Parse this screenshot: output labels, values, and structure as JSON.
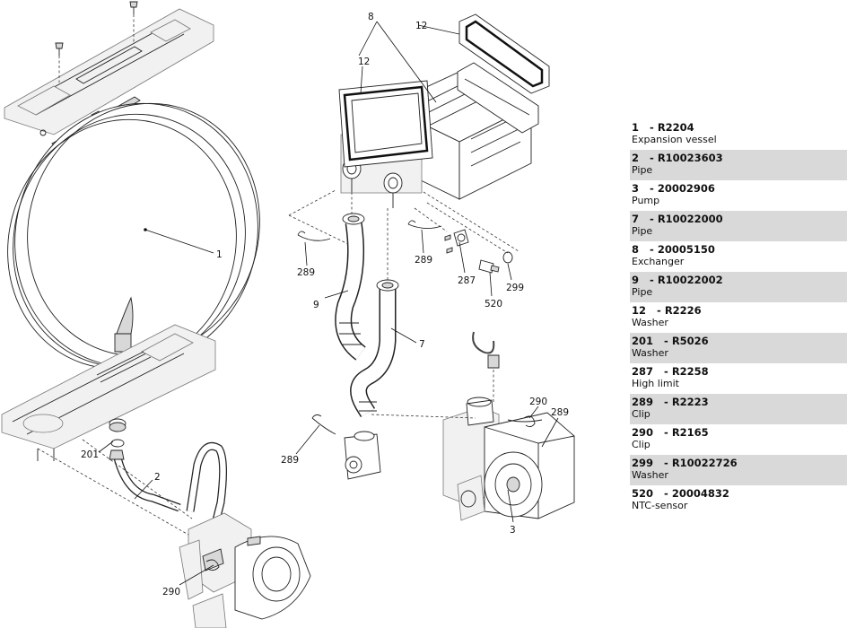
{
  "callouts": {
    "c1": "1",
    "c2": "2",
    "c3": "3",
    "c7": "7",
    "c8": "8",
    "c9": "9",
    "c12a": "12",
    "c12b": "12",
    "c201": "201",
    "c287": "287",
    "c289a": "289",
    "c289b": "289",
    "c289c": "289",
    "c289d": "289",
    "c290a": "290",
    "c290b": "290",
    "c299": "299",
    "c520": "520"
  },
  "parts": [
    {
      "num": "1",
      "code": "R2204",
      "desc": "Expansion vessel"
    },
    {
      "num": "2",
      "code": "R10023603",
      "desc": "Pipe"
    },
    {
      "num": "3",
      "code": "20002906",
      "desc": "Pump"
    },
    {
      "num": "7",
      "code": "R10022000",
      "desc": "Pipe"
    },
    {
      "num": "8",
      "code": "20005150",
      "desc": "Exchanger"
    },
    {
      "num": "9",
      "code": "R10022002",
      "desc": "Pipe"
    },
    {
      "num": "12",
      "code": "R2226",
      "desc": "Washer"
    },
    {
      "num": "201",
      "code": "R5026",
      "desc": "Washer"
    },
    {
      "num": "287",
      "code": "R2258",
      "desc": "High limit"
    },
    {
      "num": "289",
      "code": "R2223",
      "desc": "Clip"
    },
    {
      "num": "290",
      "code": "R2165",
      "desc": "Clip"
    },
    {
      "num": "299",
      "code": "R10022726",
      "desc": "Washer"
    },
    {
      "num": "520",
      "code": "20004832",
      "desc": "NTC-sensor"
    }
  ]
}
